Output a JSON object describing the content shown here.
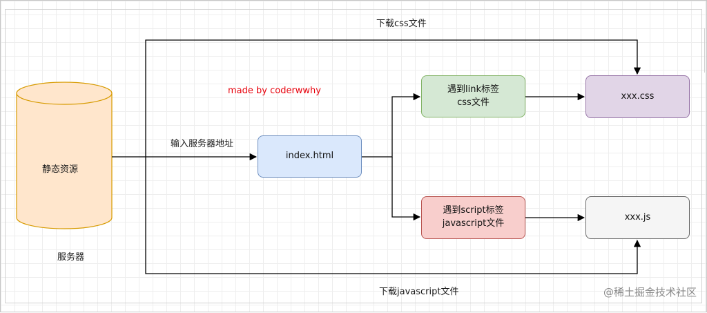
{
  "title_top": "下载css文件",
  "title_bottom": "下载javascript文件",
  "credit": "made by coderwwhy",
  "input_label": "输入服务器地址",
  "server": {
    "cylinder_label": "静态资源",
    "caption": "服务器"
  },
  "nodes": {
    "index": "index.html",
    "link_line1": "遇到link标签",
    "link_line2": "css文件",
    "script_line1": "遇到script标签",
    "script_line2": "javascript文件",
    "css_file": "xxx.css",
    "js_file": "xxx.js"
  },
  "watermark": "@稀土掘金技术社区",
  "colors": {
    "cylinder_fill": "#ffe6cc",
    "cylinder_stroke": "#d79b00",
    "index_fill": "#dae8fc",
    "index_stroke": "#6c8ebf",
    "link_fill": "#d5e8d4",
    "link_stroke": "#82b366",
    "script_fill": "#f8cecc",
    "script_stroke": "#b85450",
    "css_fill": "#e1d5e7",
    "css_stroke": "#9673a6",
    "js_fill": "#f5f5f5",
    "js_stroke": "#666666",
    "credit_color": "#e8000b"
  }
}
